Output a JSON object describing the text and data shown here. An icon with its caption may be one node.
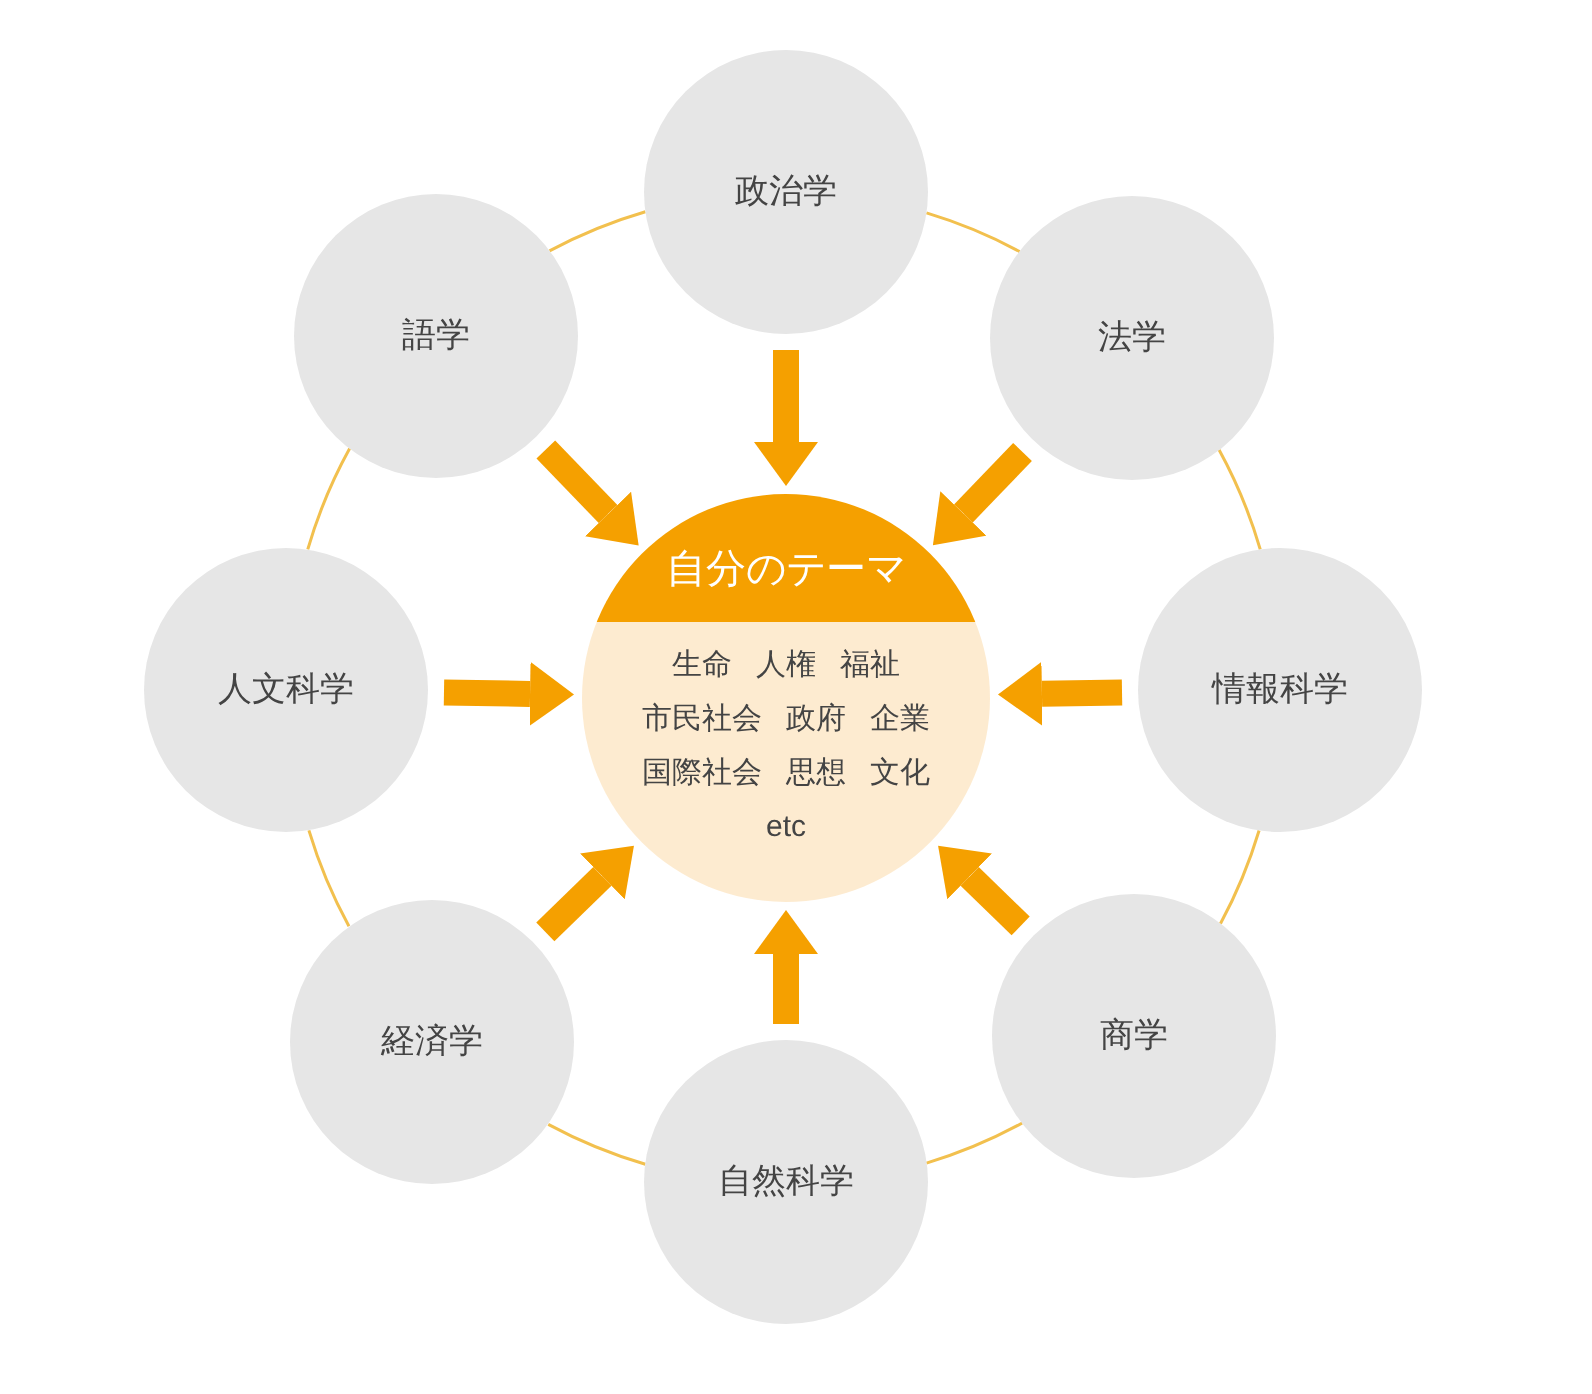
{
  "diagram": {
    "nodes": [
      {
        "text": [
          "自分のテーマ",
          "生命 人権 福祉",
          "市民社会 政府 企業",
          "国際社会 思想 文化",
          "etc"
        ]
      },
      {
        "text": [
          "政治学"
        ]
      },
      {
        "text": [
          "法学"
        ]
      },
      {
        "text": [
          "情報科学"
        ]
      },
      {
        "text": [
          "商学"
        ]
      },
      {
        "text": [
          "自然科学"
        ]
      },
      {
        "text": [
          "経済学"
        ]
      },
      {
        "text": [
          "人文科学"
        ]
      },
      {
        "text": [
          "語学"
        ]
      }
    ],
    "edges": [
      {
        "from": 1,
        "to": 0,
        "arrow": "to",
        "style": "thick",
        "color": "#f5a000"
      },
      {
        "from": 2,
        "to": 0,
        "arrow": "to",
        "style": "thick",
        "color": "#f5a000"
      },
      {
        "from": 3,
        "to": 0,
        "arrow": "to",
        "style": "thick",
        "color": "#f5a000"
      },
      {
        "from": 4,
        "to": 0,
        "arrow": "to",
        "style": "thick",
        "color": "#f5a000"
      },
      {
        "from": 5,
        "to": 0,
        "arrow": "to",
        "style": "thick",
        "color": "#f5a000"
      },
      {
        "from": 6,
        "to": 0,
        "arrow": "to",
        "style": "thick",
        "color": "#f5a000"
      },
      {
        "from": 7,
        "to": 0,
        "arrow": "to",
        "style": "thick",
        "color": "#f5a000"
      },
      {
        "from": 8,
        "to": 0,
        "arrow": "to",
        "style": "thick",
        "color": "#f5a000"
      },
      {
        "from": 1,
        "to": 2,
        "arrow": "none",
        "color": "#f2c04e"
      },
      {
        "from": 2,
        "to": 3,
        "arrow": "none",
        "color": "#f2c04e"
      },
      {
        "from": 3,
        "to": 4,
        "arrow": "none",
        "color": "#f2c04e"
      },
      {
        "from": 4,
        "to": 5,
        "arrow": "none",
        "color": "#f2c04e"
      },
      {
        "from": 5,
        "to": 6,
        "arrow": "none",
        "color": "#f2c04e"
      },
      {
        "from": 6,
        "to": 7,
        "arrow": "none",
        "color": "#f2c04e"
      },
      {
        "from": 7,
        "to": 8,
        "arrow": "none",
        "color": "#f2c04e"
      },
      {
        "from": 8,
        "to": 1,
        "arrow": "none",
        "color": "#f2c04e"
      }
    ]
  }
}
